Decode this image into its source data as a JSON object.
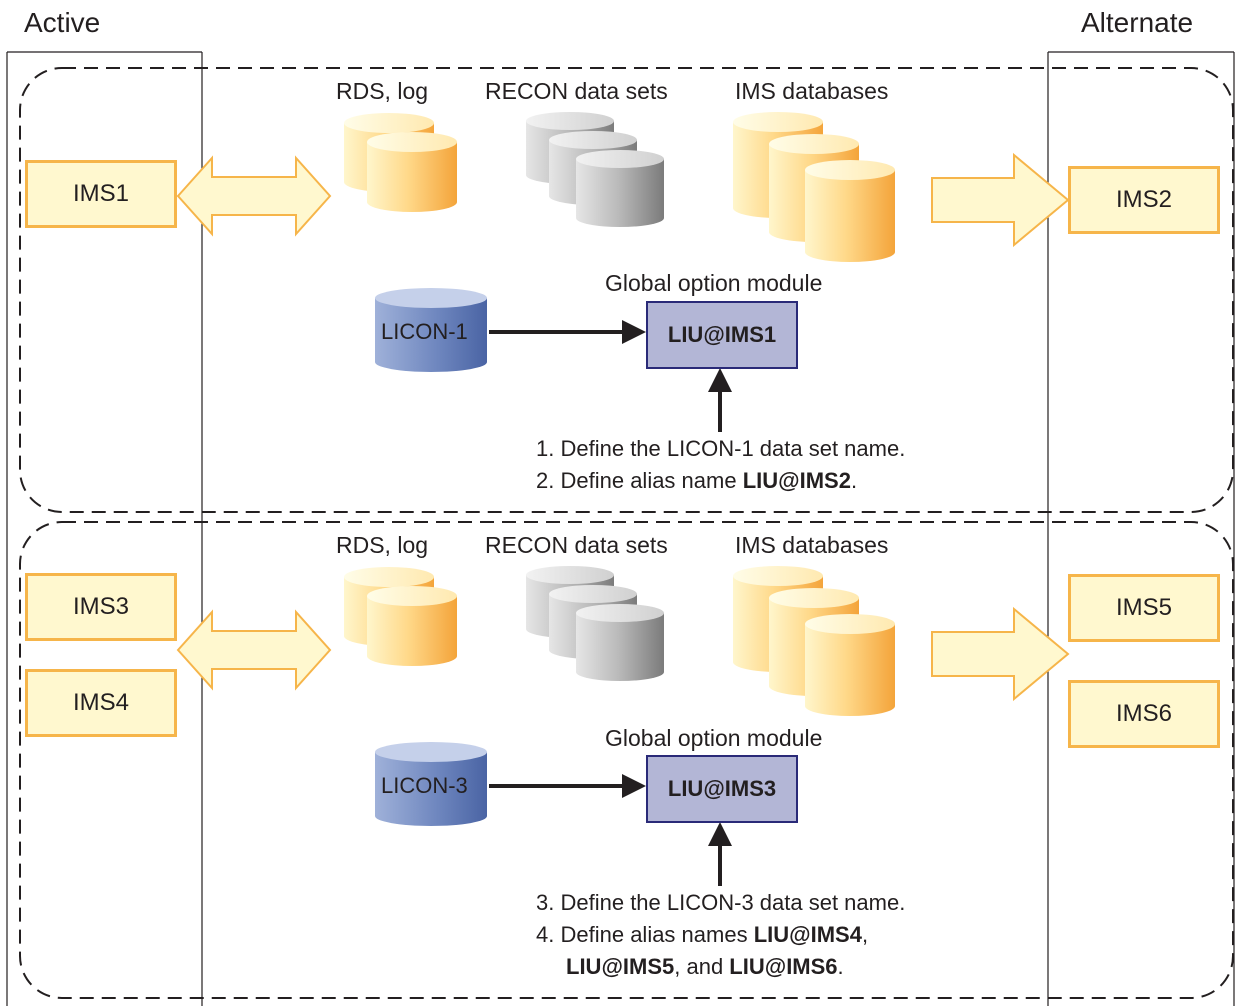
{
  "headers": {
    "active": "Active",
    "alternate": "Alternate"
  },
  "groups": [
    {
      "labels": {
        "rds": "RDS, log",
        "recon": "RECON data sets",
        "imsdb": "IMS databases"
      },
      "active_systems": [
        "IMS1"
      ],
      "alternate_systems": [
        "IMS2"
      ],
      "licon": "LICON-1",
      "gom_label": "Global option module",
      "gom": "LIU@IMS1",
      "steps": [
        {
          "num": "1.",
          "text": "Define the LICON-1 data set name."
        },
        {
          "num": "2.",
          "pre": "Define alias name ",
          "b1": "LIU@IMS2",
          "post": "."
        }
      ]
    },
    {
      "labels": {
        "rds": "RDS, log",
        "recon": "RECON data sets",
        "imsdb": "IMS databases"
      },
      "active_systems": [
        "IMS3",
        "IMS4"
      ],
      "alternate_systems": [
        "IMS5",
        "IMS6"
      ],
      "licon": "LICON-3",
      "gom_label": "Global option module",
      "gom": "LIU@IMS3",
      "steps": [
        {
          "num": "3.",
          "text": "Define the LICON-3 data set name."
        },
        {
          "num": "4.",
          "pre": "Define alias names ",
          "b1": "LIU@IMS4",
          "post": ",",
          "b2": "LIU@IMS5",
          "mid": ", and ",
          "b3": "LIU@IMS6",
          "end": "."
        }
      ]
    }
  ],
  "colors": {
    "ims_fill": "#fff8cf",
    "ims_border": "#f6b54a",
    "arrow_fill": "#fff8cf",
    "arrow_border": "#f6b54a",
    "gom_fill": "#b3b6d6",
    "gom_border": "#2a2a78",
    "licon_fill": "#6f87bf",
    "dash": "#231f20"
  }
}
